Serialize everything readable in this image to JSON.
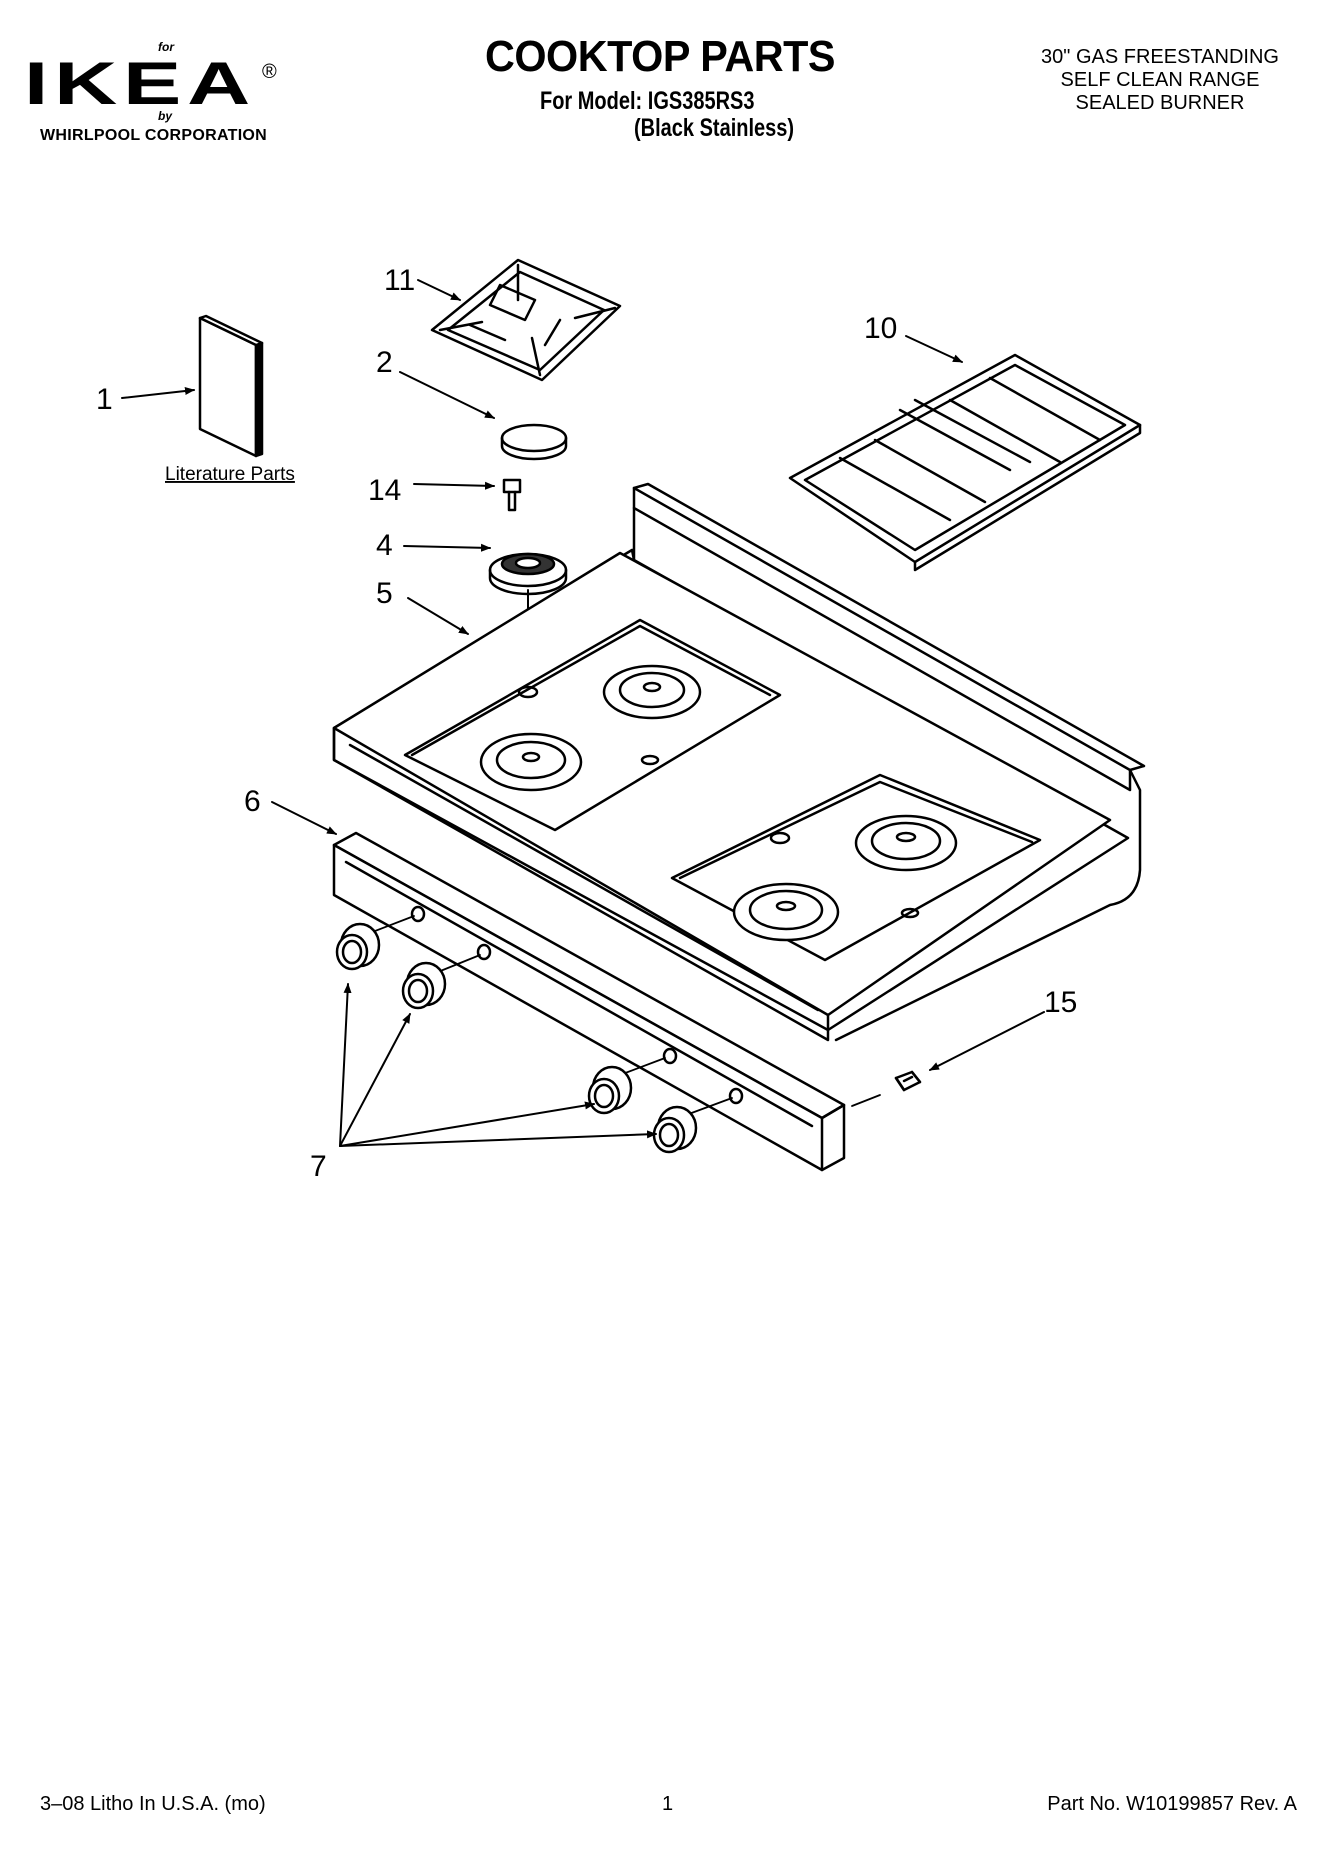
{
  "header": {
    "logo_for": "for",
    "logo_word": "IKEA",
    "logo_registered": "®",
    "logo_by": "by",
    "logo_company": "WHIRLPOOL  CORPORATION",
    "title": "COOKTOP PARTS",
    "model_line": "For Model: IGS385RS3",
    "variant_line": "(Black Stainless)",
    "description": [
      "30\" GAS FREESTANDING",
      "SELF CLEAN RANGE",
      "SEALED BURNER"
    ]
  },
  "diagram": {
    "literature_label": "Literature Parts",
    "callouts": {
      "c1": "1",
      "c2": "2",
      "c4": "4",
      "c5": "5",
      "c6": "6",
      "c7": "7",
      "c10": "10",
      "c11": "11",
      "c14": "14",
      "c15": "15"
    }
  },
  "footer": {
    "left": "3–08 Litho In U.S.A. (mo)",
    "page": "1",
    "part_no": "Part No. W10199857 Rev. A"
  }
}
